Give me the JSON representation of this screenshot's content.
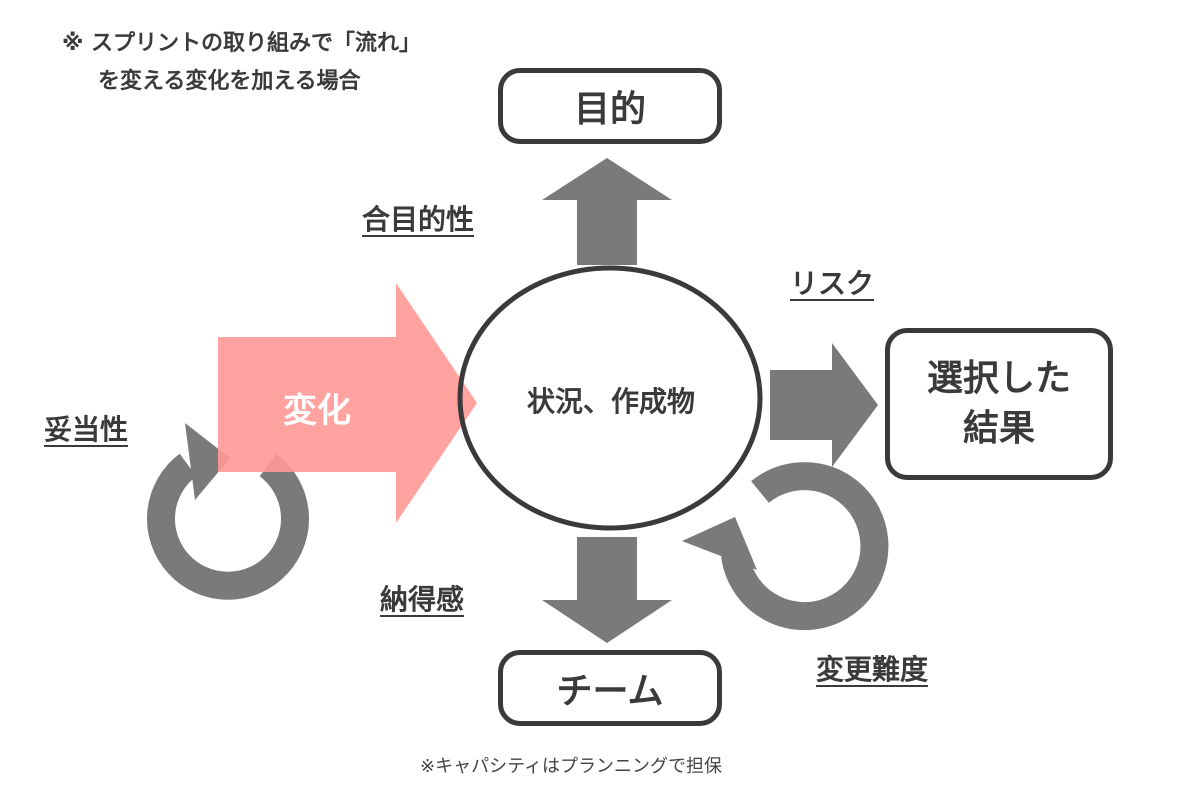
{
  "note": {
    "line1": "※ スプリントの取り組みで「流れ」",
    "line2": "を変える変化を加える場合"
  },
  "nodes": {
    "center": "状況、作成物",
    "top": "目的",
    "right_line1": "選択した",
    "right_line2": "結果",
    "bottom": "チーム"
  },
  "change_arrow": {
    "label": "変化",
    "color": "#ff9896"
  },
  "edge_labels": {
    "top": "合目的性",
    "right": "リスク",
    "bottom": "納得感",
    "left_cycle": "妥当性",
    "right_cycle": "変更難度"
  },
  "footer": "※キャパシティはプランニングで担保",
  "colors": {
    "arrow": "#7a7a7a",
    "outline": "#3a3a3a"
  }
}
